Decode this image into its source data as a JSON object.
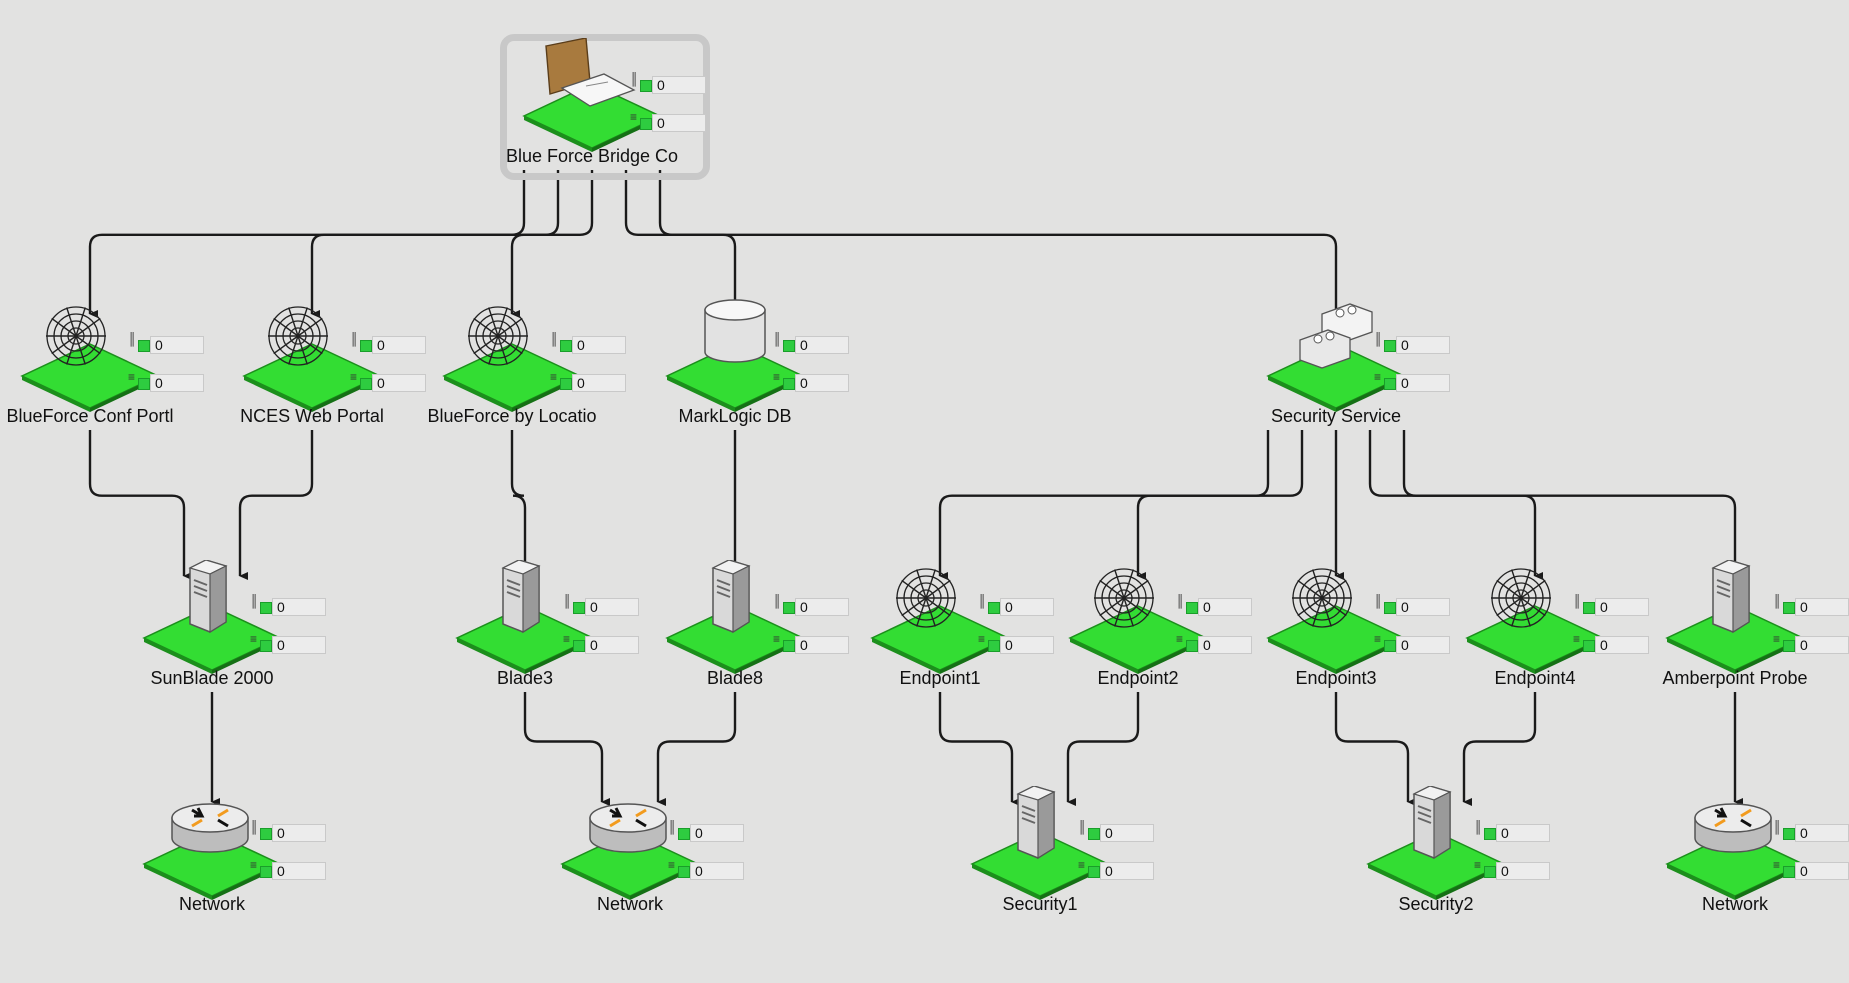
{
  "nodes": [
    {
      "id": "bridge",
      "label": "Blue Force Bridge Co",
      "icon": "document-folder-icon",
      "status": "0",
      "queue": "0",
      "selected": true
    },
    {
      "id": "confportal",
      "label": "BlueForce Conf Portl",
      "icon": "web-service-icon",
      "status": "0",
      "queue": "0"
    },
    {
      "id": "nces",
      "label": "NCES Web Portal",
      "icon": "web-service-icon",
      "status": "0",
      "queue": "0"
    },
    {
      "id": "bylocation",
      "label": "BlueForce by Locatio",
      "icon": "web-service-icon",
      "status": "0",
      "queue": "0"
    },
    {
      "id": "marklogic",
      "label": "MarkLogic DB",
      "icon": "database-icon",
      "status": "0",
      "queue": "0"
    },
    {
      "id": "security",
      "label": "Security Service",
      "icon": "service-blocks-icon",
      "status": "0",
      "queue": "0"
    },
    {
      "id": "sunblade",
      "label": "SunBlade 2000",
      "icon": "server-icon",
      "status": "0",
      "queue": "0"
    },
    {
      "id": "blade3",
      "label": "Blade3",
      "icon": "server-icon",
      "status": "0",
      "queue": "0"
    },
    {
      "id": "blade8",
      "label": "Blade8",
      "icon": "server-icon",
      "status": "0",
      "queue": "0"
    },
    {
      "id": "endpoint1",
      "label": "Endpoint1",
      "icon": "web-service-icon",
      "status": "0",
      "queue": "0"
    },
    {
      "id": "endpoint2",
      "label": "Endpoint2",
      "icon": "web-service-icon",
      "status": "0",
      "queue": "0"
    },
    {
      "id": "endpoint3",
      "label": "Endpoint3",
      "icon": "web-service-icon",
      "status": "0",
      "queue": "0"
    },
    {
      "id": "endpoint4",
      "label": "Endpoint4",
      "icon": "web-service-icon",
      "status": "0",
      "queue": "0"
    },
    {
      "id": "amberpoint",
      "label": "Amberpoint Probe",
      "icon": "server-icon",
      "status": "0",
      "queue": "0"
    },
    {
      "id": "network1",
      "label": "Network",
      "icon": "router-icon",
      "status": "0",
      "queue": "0"
    },
    {
      "id": "network2",
      "label": "Network",
      "icon": "router-icon",
      "status": "0",
      "queue": "0"
    },
    {
      "id": "security1",
      "label": "Security1",
      "icon": "server-icon",
      "status": "0",
      "queue": "0"
    },
    {
      "id": "security2",
      "label": "Security2",
      "icon": "server-icon",
      "status": "0",
      "queue": "0"
    },
    {
      "id": "network3",
      "label": "Network",
      "icon": "router-icon",
      "status": "0",
      "queue": "0"
    }
  ],
  "edges": [
    [
      "bridge",
      "confportal"
    ],
    [
      "bridge",
      "nces"
    ],
    [
      "bridge",
      "bylocation"
    ],
    [
      "bridge",
      "marklogic"
    ],
    [
      "bridge",
      "security"
    ],
    [
      "confportal",
      "sunblade"
    ],
    [
      "nces",
      "sunblade"
    ],
    [
      "bylocation",
      "blade3"
    ],
    [
      "marklogic",
      "blade8"
    ],
    [
      "security",
      "endpoint1"
    ],
    [
      "security",
      "endpoint2"
    ],
    [
      "security",
      "endpoint3"
    ],
    [
      "security",
      "endpoint4"
    ],
    [
      "security",
      "amberpoint"
    ],
    [
      "sunblade",
      "network1"
    ],
    [
      "blade3",
      "network2"
    ],
    [
      "blade8",
      "network2"
    ],
    [
      "endpoint1",
      "security1"
    ],
    [
      "endpoint2",
      "security1"
    ],
    [
      "endpoint3",
      "security2"
    ],
    [
      "endpoint4",
      "security2"
    ],
    [
      "amberpoint",
      "network3"
    ]
  ],
  "colors": {
    "platform": "#33dd33",
    "platform_edge": "#1c8f1c",
    "edge": "#1a1a1a",
    "background": "#e2e2e1"
  }
}
